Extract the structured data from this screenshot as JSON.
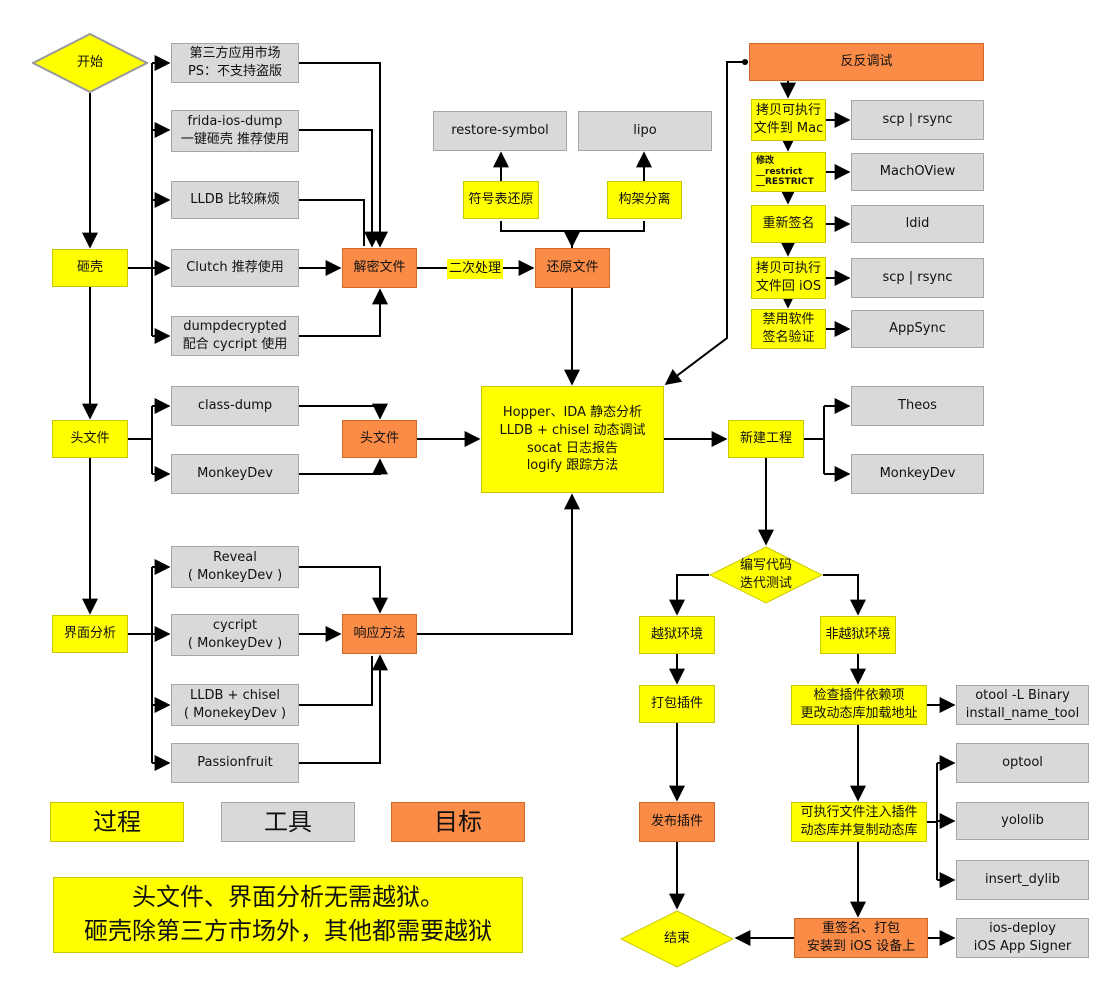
{
  "diagram": {
    "colors": {
      "process": "#ffff00",
      "tool": "#d9d9d9",
      "target": "#fb8c48"
    },
    "nodes": {
      "start": "开始",
      "shelling": "砸壳",
      "header": "头文件",
      "ui_analysis": "界面分析",
      "third_party": "第三方应用市场\nPS：不支持盗版",
      "frida": "frida-ios-dump\n一键砸壳 推荐使用",
      "lldb_shell": "LLDB 比较麻烦",
      "clutch": "Clutch 推荐使用",
      "dumpdecrypted": "dumpdecrypted\n配合 cycript 使用",
      "decrypt_file": "解密文件",
      "secondary": "二次处理",
      "restore_file": "还原文件",
      "symbol_restore": "符号表还原",
      "arch_split": "构架分离",
      "restore_symbol": "restore-symbol",
      "lipo": "lipo",
      "class_dump": "class-dump",
      "monkeydev_header": "MonkeyDev",
      "header_target": "头文件",
      "reveal": "Reveal\n( MonkeyDev )",
      "cycript": "cycript\n( MonkeyDev )",
      "lldb_chisel": "LLDB + chisel\n( MonekeyDev )",
      "passionfruit": "Passionfruit",
      "response": "响应方法",
      "analysis": "Hopper、IDA  静态分析\nLLDB + chisel 动态调试\nsocat 日志报告\nlogify 跟踪方法",
      "anti_debug": "反反调试",
      "copy_to_mac": "拷贝可执行\n文件到 Mac",
      "scp1": "scp | rsync",
      "modify_restrict": "修改\n__restrict\n__RESTRICT",
      "machoview": "MachOView",
      "resign": "重新签名",
      "ldid": "ldid",
      "copy_to_ios": "拷贝可执行\n文件回 iOS",
      "scp2": "scp | rsync",
      "disable_sig": "禁用软件\n签名验证",
      "appsync": "AppSync",
      "new_project": "新建工程",
      "theos": "Theos",
      "monkeydev_proj": "MonkeyDev",
      "write_code": "编写代码\n迭代测试",
      "jailbreak": "越狱环境",
      "non_jailbreak": "非越狱环境",
      "package_plugin": "打包插件",
      "check_deps": "检查插件依赖项\n更改动态库加载地址",
      "otool": "otool -L Binary\ninstall_name_tool",
      "inject": "可执行文件注入插件\n动态库并复制动态库",
      "optool": "optool",
      "yololib": "yololib",
      "insert_dylib": "insert_dylib",
      "publish_plugin": "发布插件",
      "end": "结束",
      "resign_install": "重签名、打包\n安装到 iOS 设备上",
      "ios_deploy": "ios-deploy\niOS App Signer"
    },
    "legend": {
      "process": "过程",
      "tool": "工具",
      "target": "目标"
    },
    "note": "头文件、界面分析无需越狱。\n砸壳除第三方市场外，其他都需要越狱"
  }
}
